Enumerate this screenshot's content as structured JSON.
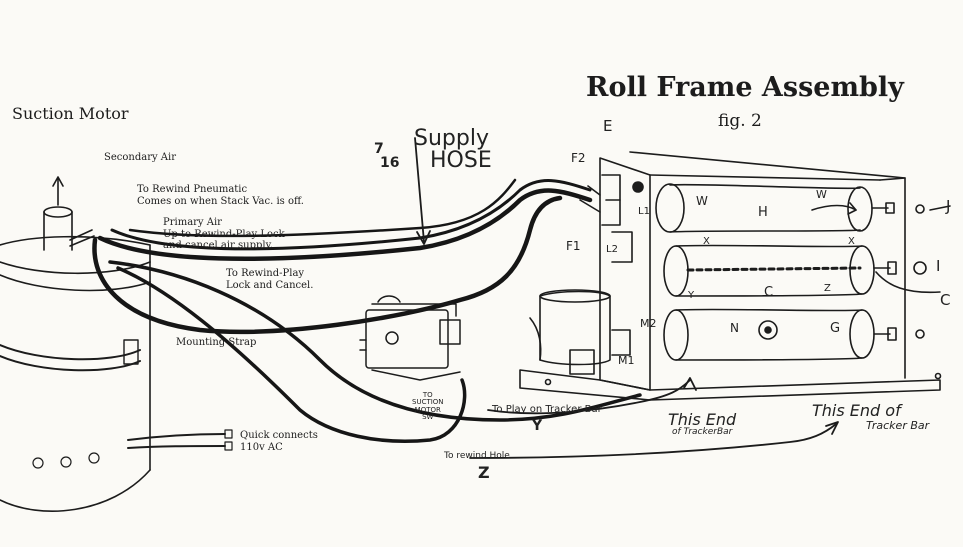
{
  "title": "Roll Frame Assembly",
  "subtitle": "fig. 2",
  "motor_title": "Suction Motor",
  "hose_label": {
    "fraction_top": "7",
    "fraction_bottom": "16",
    "line1": "Supply",
    "line2": "HOSE"
  },
  "labels": {
    "secondary_air": "Secondary Air",
    "rewind_pneumatic": [
      "To Rewind Pneumatic",
      "Comes on when Stack Vac. is off."
    ],
    "primary_air": [
      "Primary Air",
      "Up to Rewind-Play Lock",
      "and cancel air supply."
    ],
    "rewind_play_lock": [
      "To Rewind-Play",
      "Lock and Cancel."
    ],
    "mounting_strap": "Mounting Strap",
    "quick_connects": [
      "Quick connects",
      "110v AC"
    ],
    "to_suction_motor": [
      "TO",
      "SUCTION",
      "MOTOR",
      "SW"
    ],
    "to_play": "To Play on Tracker Bar",
    "to_rewind": "To rewind Hole",
    "this_end_1": [
      "This End",
      "of TrackerBar"
    ],
    "this_end_2": [
      "This End of",
      "Tracker Bar"
    ]
  },
  "letters": {
    "E": "E",
    "F2": "F2",
    "F1": "F1",
    "L1": "L1",
    "L2": "L2",
    "W1": "W",
    "W2": "W",
    "H": "H",
    "J": "J",
    "I": "I",
    "C": "C",
    "C2": "C",
    "X1": "X",
    "X2": "X",
    "Y": "Y",
    "Z": "Z",
    "N": "N",
    "G": "G",
    "M1": "M1",
    "M2": "M2",
    "Y_bottom": "Y",
    "Z_bottom": "Z"
  },
  "colors": {
    "ink": "#1c1c1c",
    "paper": "#fbfaf6",
    "hose": "#161616"
  }
}
